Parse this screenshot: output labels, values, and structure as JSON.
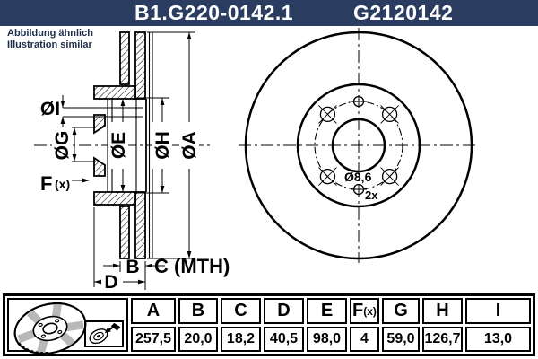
{
  "colors": {
    "navy": "#2a3c5f",
    "line": "#000000",
    "wedge": "#b8b8b8"
  },
  "header": {
    "part_number": "B1.G220-0142.1",
    "reference": "G2120142"
  },
  "note": {
    "line1": "Abbildung ähnlich",
    "line2": "Illustration similar"
  },
  "drawing": {
    "dia_i": "ØI",
    "dia_g": "ØG",
    "dia_e": "ØE",
    "dia_h": "ØH",
    "dia_a": "ØA",
    "f": "F",
    "f_sub": "(x)",
    "b": "B",
    "c_mth": "C (MTH)",
    "d": "D",
    "hole_dia": "Ø8,6",
    "hole_qty": "2x"
  },
  "table": {
    "columns": [
      {
        "header": "A",
        "value": "257,5"
      },
      {
        "header": "B",
        "value": "20,0"
      },
      {
        "header": "C",
        "value": "18,2"
      },
      {
        "header": "D",
        "value": "40,5"
      },
      {
        "header": "E",
        "value": "98,0"
      },
      {
        "header": "F",
        "header_sub": "(x)",
        "value": "4"
      },
      {
        "header": "G",
        "value": "59,0"
      },
      {
        "header": "H",
        "value": "126,7"
      },
      {
        "header": "I",
        "value": "13,0"
      }
    ]
  }
}
